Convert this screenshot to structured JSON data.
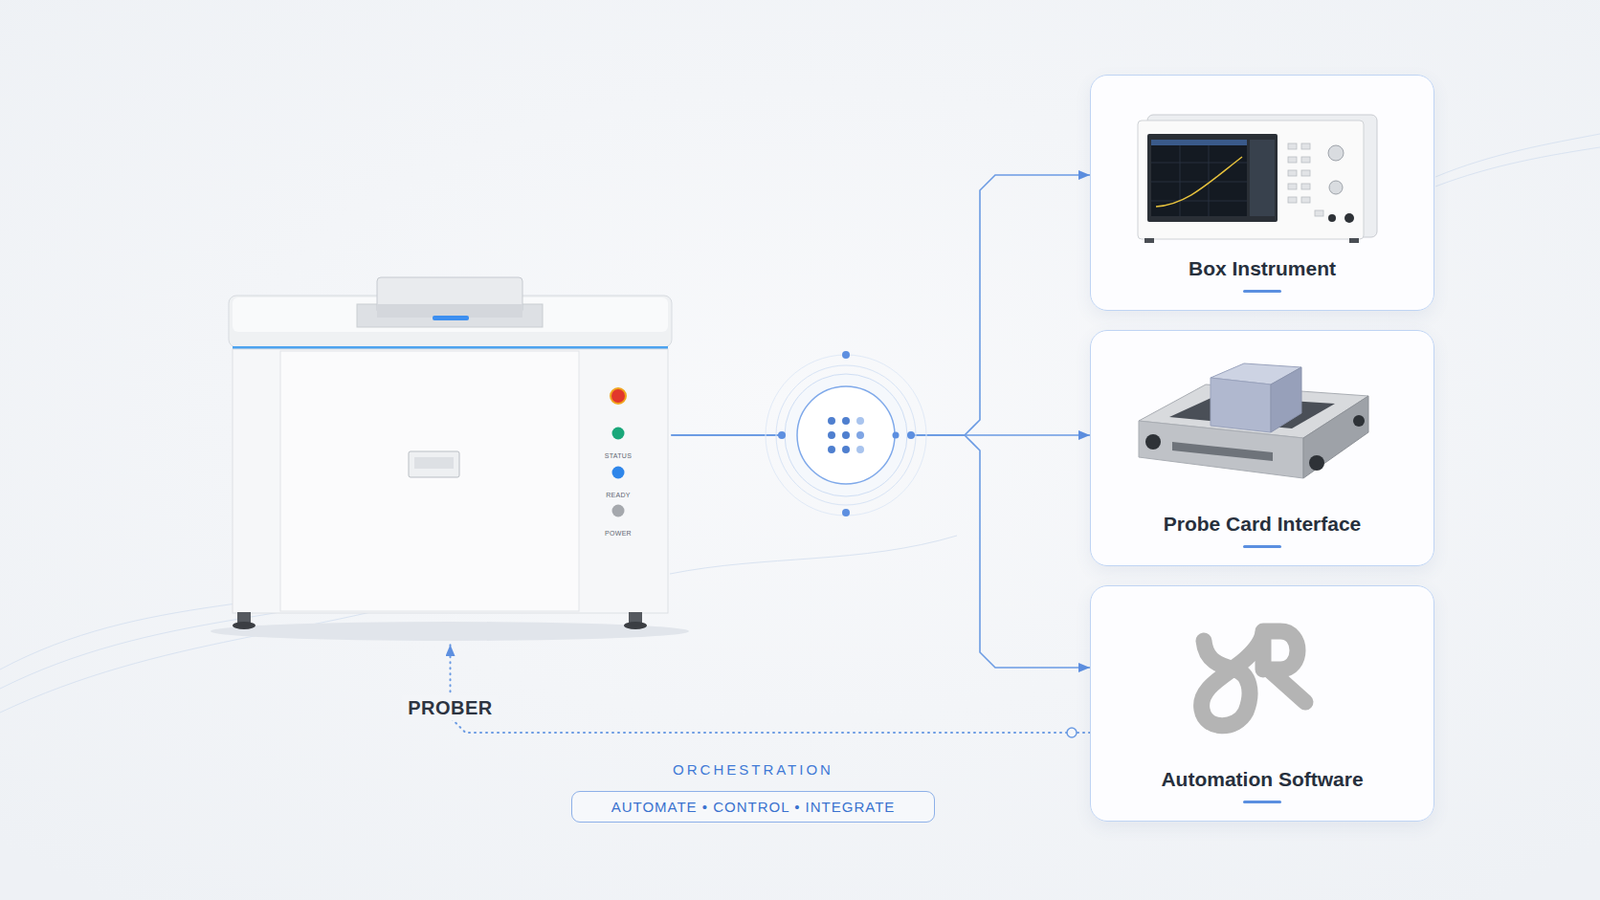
{
  "diagram": {
    "nodes": [
      {
        "text": [
          "PROBER"
        ]
      },
      {
        "text": [
          "Box Instrument"
        ]
      },
      {
        "text": [
          "Probe Card Interface"
        ]
      },
      {
        "text": [
          "Automation Software"
        ]
      },
      {
        "text": [
          "ORCHESTRATION",
          "AUTOMATE • CONTROL • INTEGRATE"
        ]
      }
    ],
    "edges": [
      {
        "from": 0,
        "to": 1,
        "arrow": "to"
      },
      {
        "from": 0,
        "to": 2,
        "arrow": "to"
      },
      {
        "from": 0,
        "to": 3,
        "arrow": "to"
      },
      {
        "from": 3,
        "to": 0,
        "arrow": "to"
      }
    ],
    "labels": [
      "STATUS",
      "READY",
      "POWER"
    ]
  }
}
